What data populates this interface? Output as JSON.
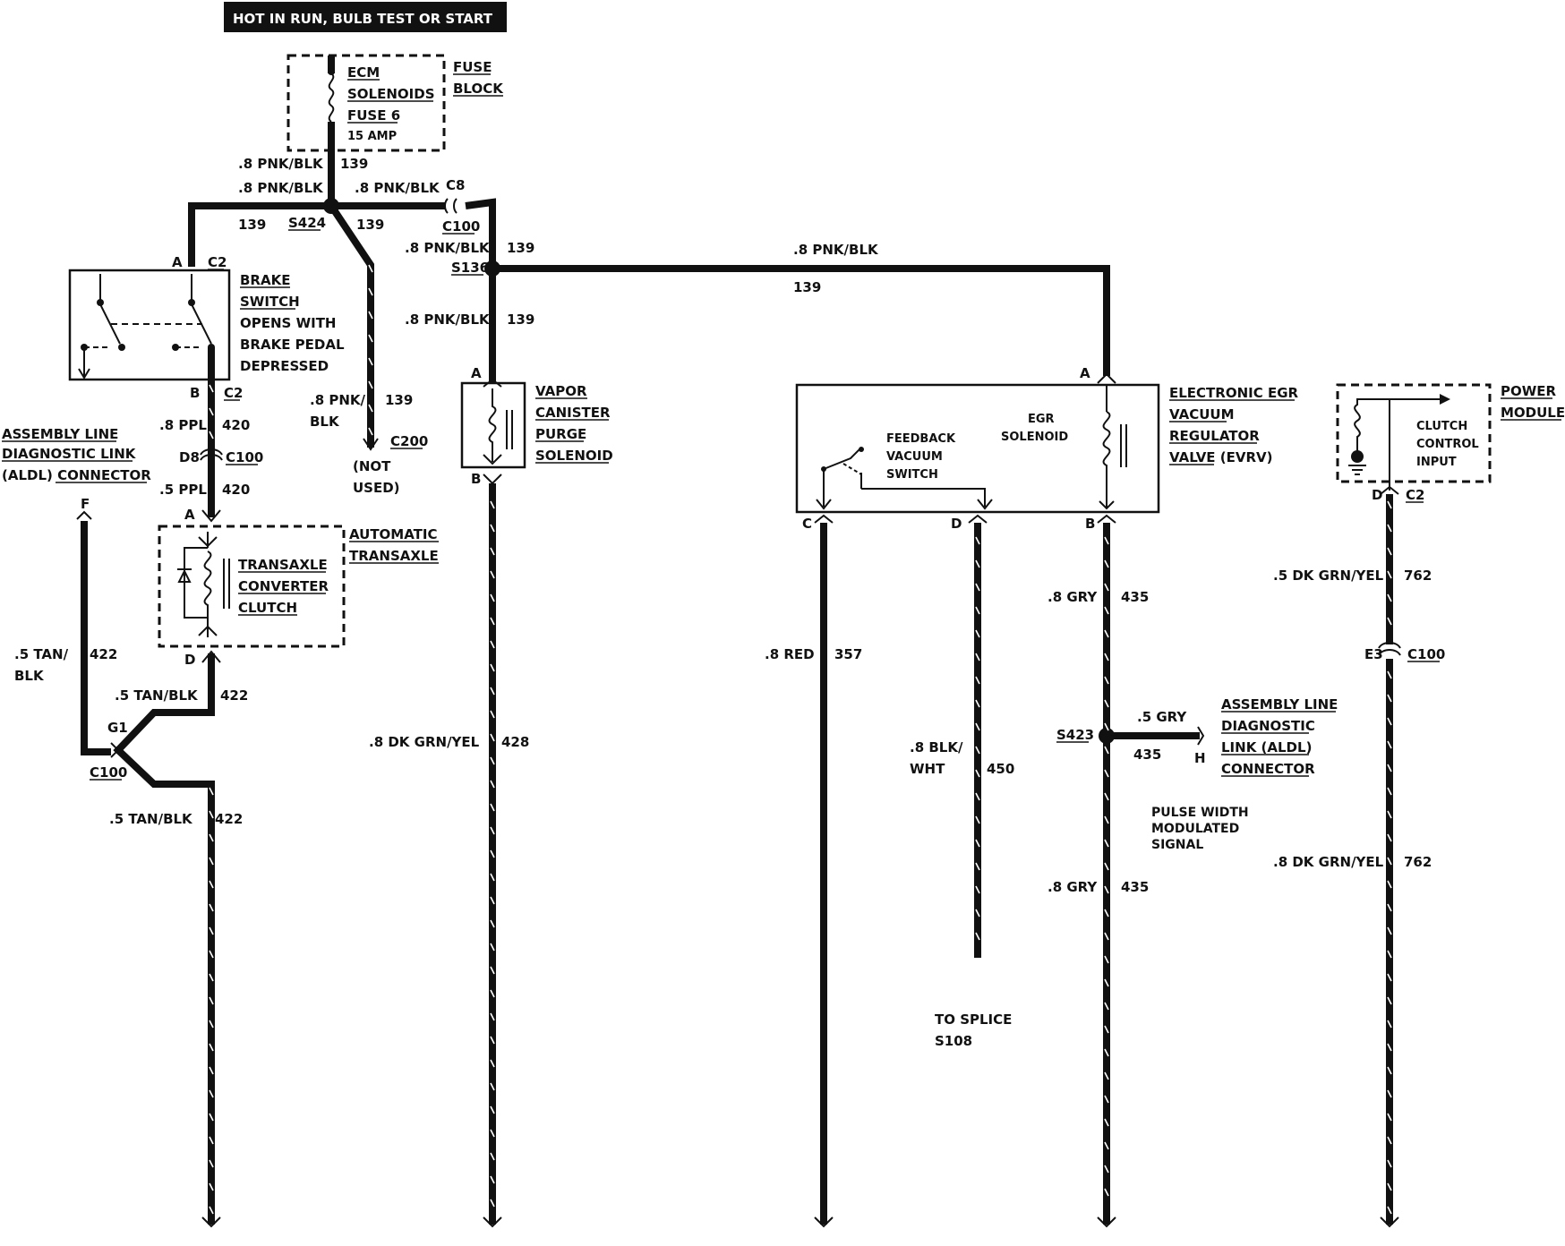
{
  "banner": "HOT IN RUN, BULB TEST OR START",
  "fuse_block": {
    "fuse_lines": [
      "ECM",
      "SOLENOIDS",
      "FUSE 6",
      "15 AMP"
    ],
    "block_lines": [
      "FUSE",
      "BLOCK"
    ]
  },
  "splices": {
    "s424": "S424",
    "s136": "S136",
    "s423": "S423"
  },
  "wire_labels": {
    "pnk_blk_8": ".8 PNK/BLK",
    "c139": "139",
    "pnk_blk_split": [
      ".8 PNK/",
      "BLK"
    ],
    "ppl_8": ".8 PPL",
    "ppl_5": ".5 PPL",
    "c420": "420",
    "tan_blk_split": [
      ".5 TAN/",
      "BLK"
    ],
    "tan_blk_5": ".5 TAN/BLK",
    "c422": "422",
    "dkgrn_yel_8": ".8 DK GRN/YEL",
    "c428": "428",
    "red_8": ".8 RED",
    "c357": "357",
    "blk_wht_split": [
      ".8 BLK/",
      "WHT"
    ],
    "c450": "450",
    "gry_8": ".8 GRY",
    "gry_5": ".5 GRY",
    "c435": "435",
    "dkgrn_yel_5": ".5 DK GRN/YEL",
    "c762": "762"
  },
  "connectors": {
    "c100": "C100",
    "c2": "C2",
    "c200": "C200",
    "c8": "C8",
    "d8": "D8",
    "e3": "E3",
    "g1": "G1",
    "pin_a": "A",
    "pin_b": "B",
    "pin_c": "C",
    "pin_d": "D",
    "pin_f": "F",
    "pin_h": "H"
  },
  "components": {
    "brake_switch": [
      "BRAKE",
      "SWITCH",
      "OPENS WITH",
      "BRAKE PEDAL",
      "DEPRESSED"
    ],
    "aldl_left": [
      "ASSEMBLY LINE",
      "DIAGNOSTIC LINK",
      "(ALDL) CONNECTOR"
    ],
    "automatic_transaxle": [
      "AUTOMATIC",
      "TRANSAXLE"
    ],
    "tcc": [
      "TRANSAXLE",
      "CONVERTER",
      "CLUTCH"
    ],
    "not_used": [
      "(NOT",
      "USED)"
    ],
    "vapor_canister": [
      "VAPOR",
      "CANISTER",
      "PURGE",
      "SOLENOID"
    ],
    "feedback_switch": [
      "FEEDBACK",
      "VACUUM",
      "SWITCH"
    ],
    "egr_solenoid": [
      "EGR",
      "SOLENOID"
    ],
    "evrv": [
      "ELECTRONIC EGR",
      "VACUUM",
      "REGULATOR",
      "VALVE (EVRV)"
    ],
    "power_module": [
      "POWER",
      "MODULE"
    ],
    "clutch_input": [
      "CLUTCH",
      "CONTROL",
      "INPUT"
    ],
    "aldl_right": [
      "ASSEMBLY LINE",
      "DIAGNOSTIC",
      "LINK (ALDL)",
      "CONNECTOR"
    ],
    "pwm_signal": [
      "PULSE WIDTH",
      "MODULATED",
      "SIGNAL"
    ],
    "to_splice": [
      "TO SPLICE",
      "S108"
    ]
  },
  "colors": {
    "ink": "#111111",
    "paper": "#ffffff"
  }
}
